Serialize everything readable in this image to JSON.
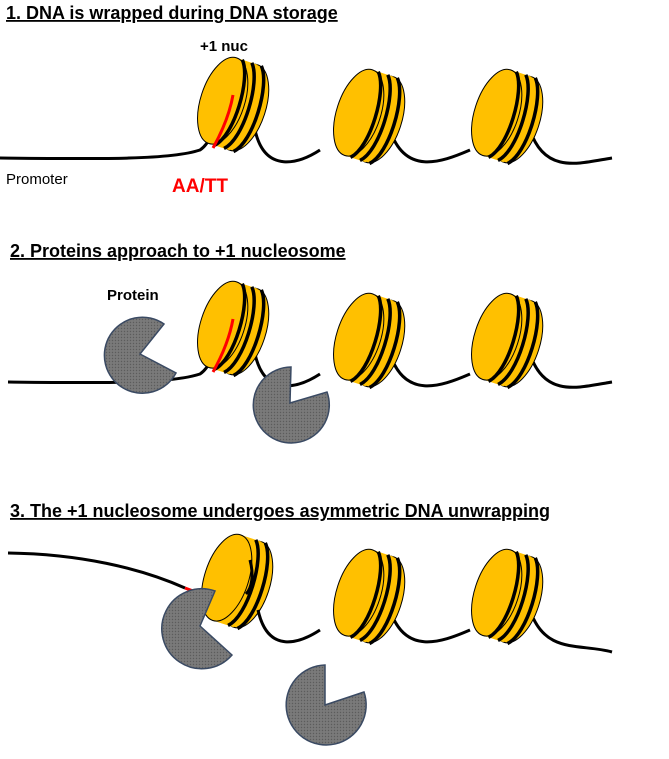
{
  "panels": [
    {
      "heading": "1. DNA is wrapped during DNA storage",
      "nuc_label": "+1 nuc",
      "promoter_label": "Promoter",
      "sequence_label": "AA/TT"
    },
    {
      "heading": "2. Proteins approach to +1 nucleosome",
      "protein_label": "Protein"
    },
    {
      "heading": "3. The +1 nucleosome undergoes asymmetric DNA unwrapping"
    }
  ],
  "colors": {
    "histone_fill": "#ffc000",
    "dna": "#000000",
    "aa_tt_highlight": "#ff0000",
    "protein_fill": "#777777",
    "protein_stroke": "#3a4a63"
  }
}
